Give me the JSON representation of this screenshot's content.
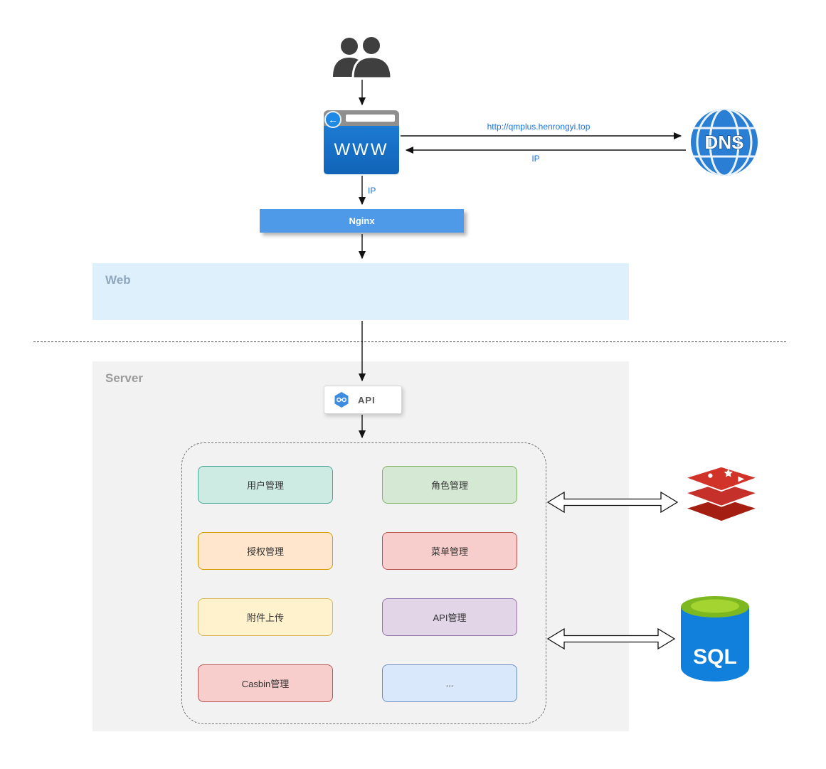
{
  "nodes": {
    "users": {
      "name": "users"
    },
    "browser": {
      "label": "WWW"
    },
    "dns": {
      "label": "DNS"
    },
    "nginx": {
      "label": "Nginx"
    },
    "web_zone": {
      "label": "Web"
    },
    "server_zone": {
      "label": "Server"
    },
    "api": {
      "label": "API"
    },
    "redis": {
      "name": "redis"
    },
    "sql": {
      "label": "SQL"
    }
  },
  "edges": {
    "browser_to_dns": {
      "label": "http://qmplus.henrongyi.top",
      "color": "#1a73e8"
    },
    "dns_to_browser": {
      "label": "IP",
      "color": "#1a73e8"
    },
    "browser_to_nginx": {
      "label": "IP",
      "color": "#1a73e8"
    }
  },
  "modules": [
    {
      "id": "user",
      "label": "用户管理",
      "fill": "#cdeae3",
      "border": "#49a694"
    },
    {
      "id": "role",
      "label": "角色管理",
      "fill": "#d5e8d4",
      "border": "#82b366"
    },
    {
      "id": "auth",
      "label": "授权管理",
      "fill": "#ffe6cc",
      "border": "#d79b00"
    },
    {
      "id": "menu",
      "label": "菜单管理",
      "fill": "#f8cecc",
      "border": "#b85450"
    },
    {
      "id": "upload",
      "label": "附件上传",
      "fill": "#fff2cc",
      "border": "#d6b656"
    },
    {
      "id": "api",
      "label": "API管理",
      "fill": "#e1d5e7",
      "border": "#9673a6"
    },
    {
      "id": "casbin",
      "label": "Casbin管理",
      "fill": "#f8cecc",
      "border": "#b85450"
    },
    {
      "id": "more",
      "label": "...",
      "fill": "#dae8fc",
      "border": "#6c8ebf"
    }
  ]
}
